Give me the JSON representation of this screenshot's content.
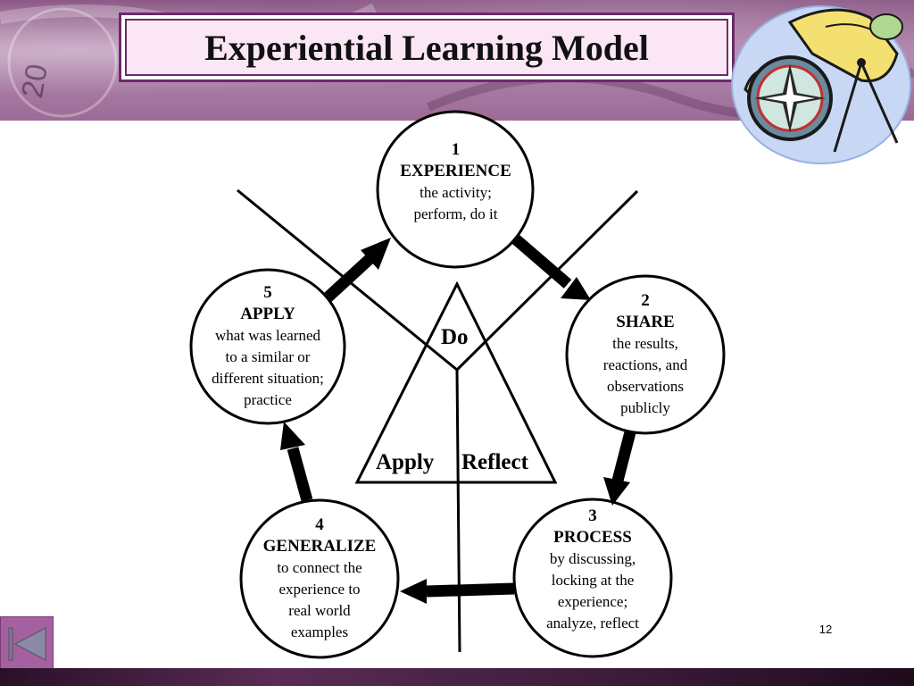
{
  "header": {
    "title": "Experiential Learning Model",
    "background_number": "20",
    "colors": {
      "band": "#9b6b96",
      "title_border": "#6b2a6b",
      "title_fill": "#fae6f4"
    }
  },
  "clipart": {
    "icon": "compass-map-clipart-icon"
  },
  "diagram": {
    "stages": [
      {
        "number": "1",
        "heading": "EXPERIENCE",
        "description": [
          "the activity;",
          "perform, do it"
        ]
      },
      {
        "number": "2",
        "heading": "SHARE",
        "description": [
          "the results,",
          "reactions, and",
          "observations",
          "publicly"
        ]
      },
      {
        "number": "3",
        "heading": "PROCESS",
        "description": [
          "by discussing,",
          "locking at the",
          "experience;",
          "analyze, reflect"
        ]
      },
      {
        "number": "4",
        "heading": "GENERALIZE",
        "description": [
          "to connect the",
          "experience to",
          "real world",
          "examples"
        ]
      },
      {
        "number": "5",
        "heading": "APPLY",
        "description": [
          "what was learned",
          "to a similar or",
          "different situation;",
          "practice"
        ]
      }
    ],
    "triangle": {
      "top": "Do",
      "left": "Apply",
      "right": "Reflect"
    }
  },
  "footer": {
    "slide_number": "12",
    "nav_icon": "back-arrow-icon"
  }
}
